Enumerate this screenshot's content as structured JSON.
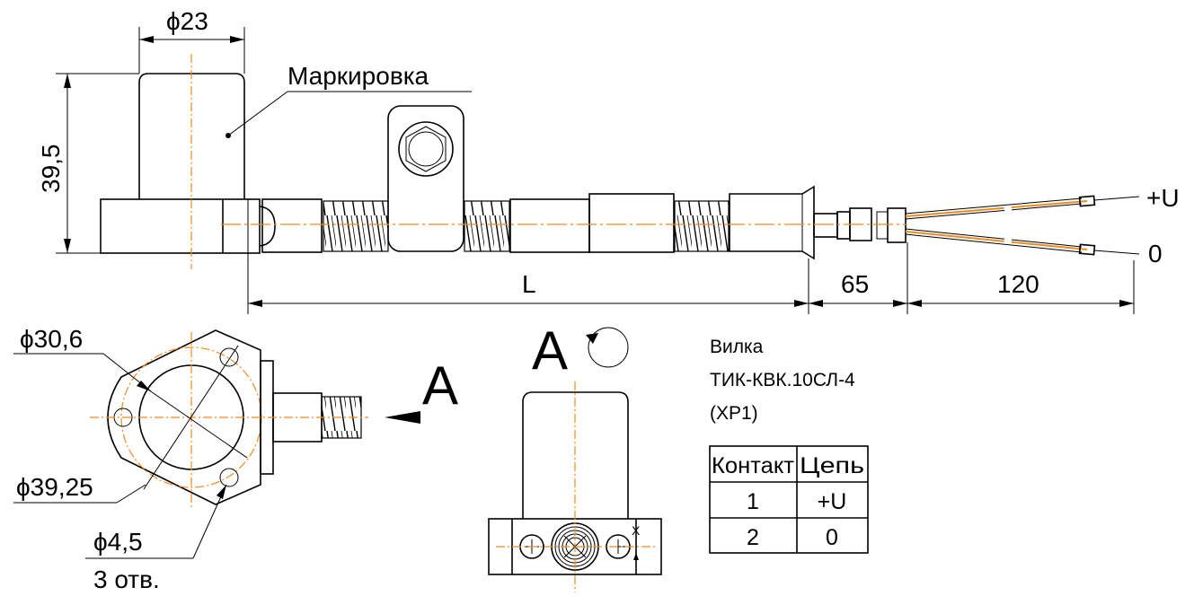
{
  "dimensions": {
    "dia_top": "ϕ23",
    "height": "39,5",
    "length": "L",
    "len_65": "65",
    "len_120": "120",
    "dia_30_6": "ϕ30,6",
    "dia_39_25": "ϕ39,25",
    "dia_4_5": "ϕ4,5",
    "holes": "3 отв."
  },
  "labels": {
    "marking": "Маркировка",
    "wire_plus": "+U",
    "wire_zero": "0",
    "view_a_arrow": "A",
    "view_a_title": "A",
    "axis_x": "X"
  },
  "connector": {
    "line1": "Вилка",
    "line2": "ТИК-КВК.10СЛ-4",
    "line3": "(XP1)"
  },
  "pin_table": {
    "headers": [
      "Контакт",
      "Цепь"
    ],
    "rows": [
      [
        "1",
        "+U"
      ],
      [
        "2",
        "0"
      ]
    ]
  },
  "colors": {
    "line": "#000000",
    "axis": "#f08a1e",
    "background": "#ffffff"
  }
}
